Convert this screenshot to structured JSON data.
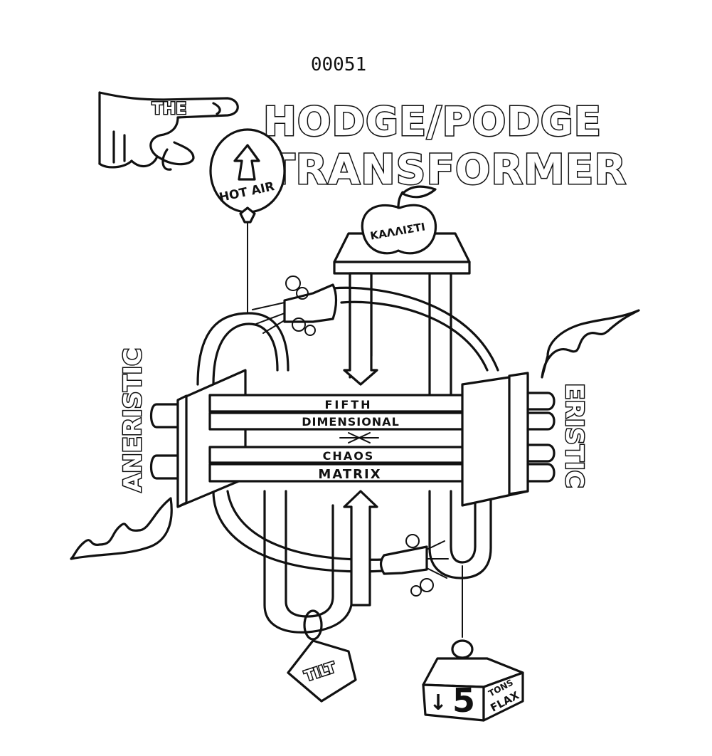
{
  "page_number": "00051",
  "title": {
    "prefix": "THE",
    "line1": "HODGE/PODGE",
    "line2": "TRANSFORMER"
  },
  "balloon_label": "HOT AIR",
  "apple_label": "ΚΑΛΛΙΣΤΙ",
  "matrix": {
    "line1": "FIFTH",
    "line2": "DIMENSIONAL",
    "line3": "CHAOS",
    "line4": "MATRIX"
  },
  "left_label": "ANERISTIC",
  "right_label": "ERISTIC",
  "tag_label": "TILT",
  "weight": {
    "number": "5",
    "arrow": "↓",
    "unit_line1": "TONS",
    "unit_line2": "FLAX"
  }
}
